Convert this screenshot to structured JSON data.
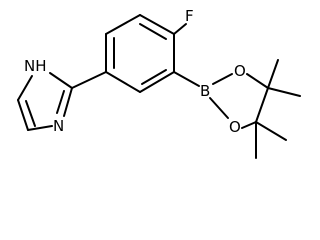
{
  "atoms": {
    "fluorine": "F",
    "boron": "B",
    "oxygen_upper": "O",
    "oxygen_lower": "O",
    "imidazole_nh": "NH",
    "imidazole_n": "N"
  }
}
